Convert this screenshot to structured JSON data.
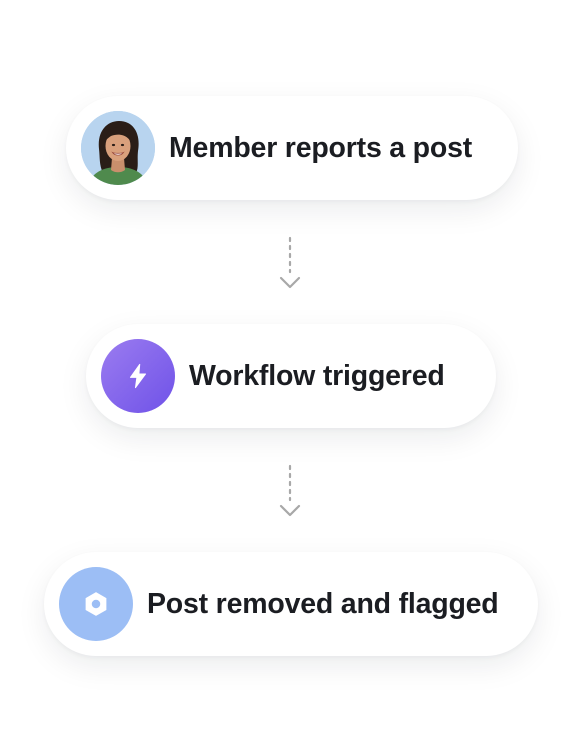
{
  "workflow": {
    "steps": [
      {
        "label": "Member reports a post",
        "icon": "member-avatar"
      },
      {
        "label": "Workflow triggered",
        "icon": "lightning-bolt-icon"
      },
      {
        "label": "Post removed and flagged",
        "icon": "hexagon-nut-icon"
      }
    ],
    "colors": {
      "text": "#1b1d22",
      "bolt_circle": "#7c5cee",
      "hex_circle": "#9cbef5",
      "avatar_bg": "#b8d4ef",
      "connector": "#a8a8a8"
    }
  }
}
